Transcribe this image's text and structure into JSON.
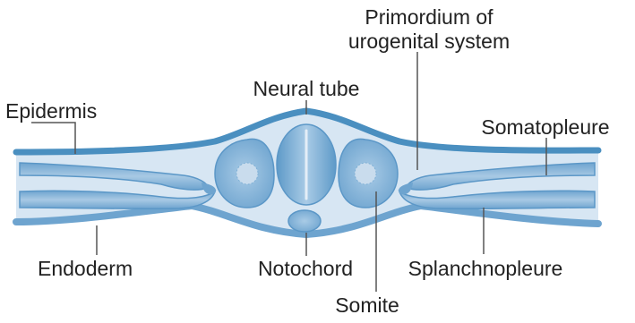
{
  "labels": {
    "primordium_line1": "Primordium of",
    "primordium_line2": "urogenital system",
    "neural_tube": "Neural tube",
    "epidermis": "Epidermis",
    "somatopleure": "Somatopleure",
    "endoderm": "Endoderm",
    "notochord": "Notochord",
    "splanchnopleure": "Splanchnopleure",
    "somite": "Somite"
  },
  "colors": {
    "epidermis_outline": "#4a8fc0",
    "body_fill": "#d7e6f3",
    "tissue_fill": "#8fbadb",
    "tissue_dark": "#5b97c7",
    "leader_line": "#555555",
    "label_text": "#222222"
  }
}
